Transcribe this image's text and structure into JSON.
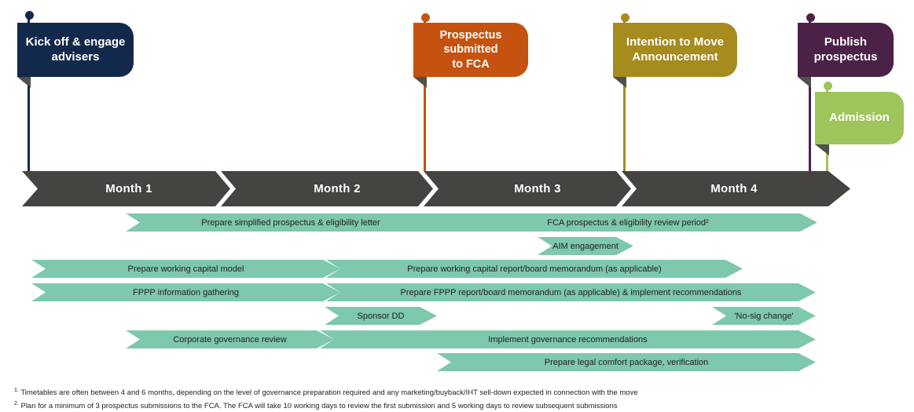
{
  "milestones": [
    {
      "id": "kick-off",
      "label": "Kick off & engage\nadvisers",
      "color": "#13294B"
    },
    {
      "id": "prospectus-submitted",
      "label": "Prospectus\nsubmitted\nto FCA",
      "color": "#C5520E"
    },
    {
      "id": "intention-to-move",
      "label": "Intention to Move\nAnnouncement",
      "color": "#A68B1E"
    },
    {
      "id": "publish-prospectus",
      "label": "Publish\nprospectus",
      "color": "#4B2147"
    },
    {
      "id": "admission",
      "label": "Admission",
      "color": "#9EC45C"
    }
  ],
  "timeline": {
    "months": [
      "Month 1",
      "Month 2",
      "Month 3",
      "Month 4"
    ],
    "bar_color": "#454440"
  },
  "task_bar_color": "#7EC8AC",
  "tasks": [
    {
      "label": "Prepare simplified prospectus & eligibility letter",
      "months": "1-2"
    },
    {
      "label": "FCA prospectus & eligibility review period²",
      "months": "3-4"
    },
    {
      "label": "AIM engagement",
      "months": "3"
    },
    {
      "label": "Prepare working capital model",
      "months": "1"
    },
    {
      "label": "Prepare working capital report/board memorandum (as applicable)",
      "months": "2-4"
    },
    {
      "label": "FPPP information gathering",
      "months": "1"
    },
    {
      "label": "Prepare FPPP report/board memorandum (as applicable) & implement recommendations",
      "months": "2-4"
    },
    {
      "label": "Sponsor DD",
      "months": "2"
    },
    {
      "label": "'No-sig change'",
      "months": "4"
    },
    {
      "label": "Corporate governance review",
      "months": "1-2"
    },
    {
      "label": "Implement governance recommendations",
      "months": "2-4"
    },
    {
      "label": "Prepare legal comfort package, verification",
      "months": "3-4"
    }
  ],
  "footnotes": [
    {
      "sup": "1.",
      "text": "Timetables are often between 4 and 6 months, depending on the level of governance preparation required and any marketing/buyback/IHT sell-down expected in connection with the move"
    },
    {
      "sup": "2.",
      "text": "Plan for a minimum of 3 prospectus submissions to the FCA. The FCA will take 10 working days to review the first submission and 5 working days to review subsequent submissions"
    }
  ]
}
